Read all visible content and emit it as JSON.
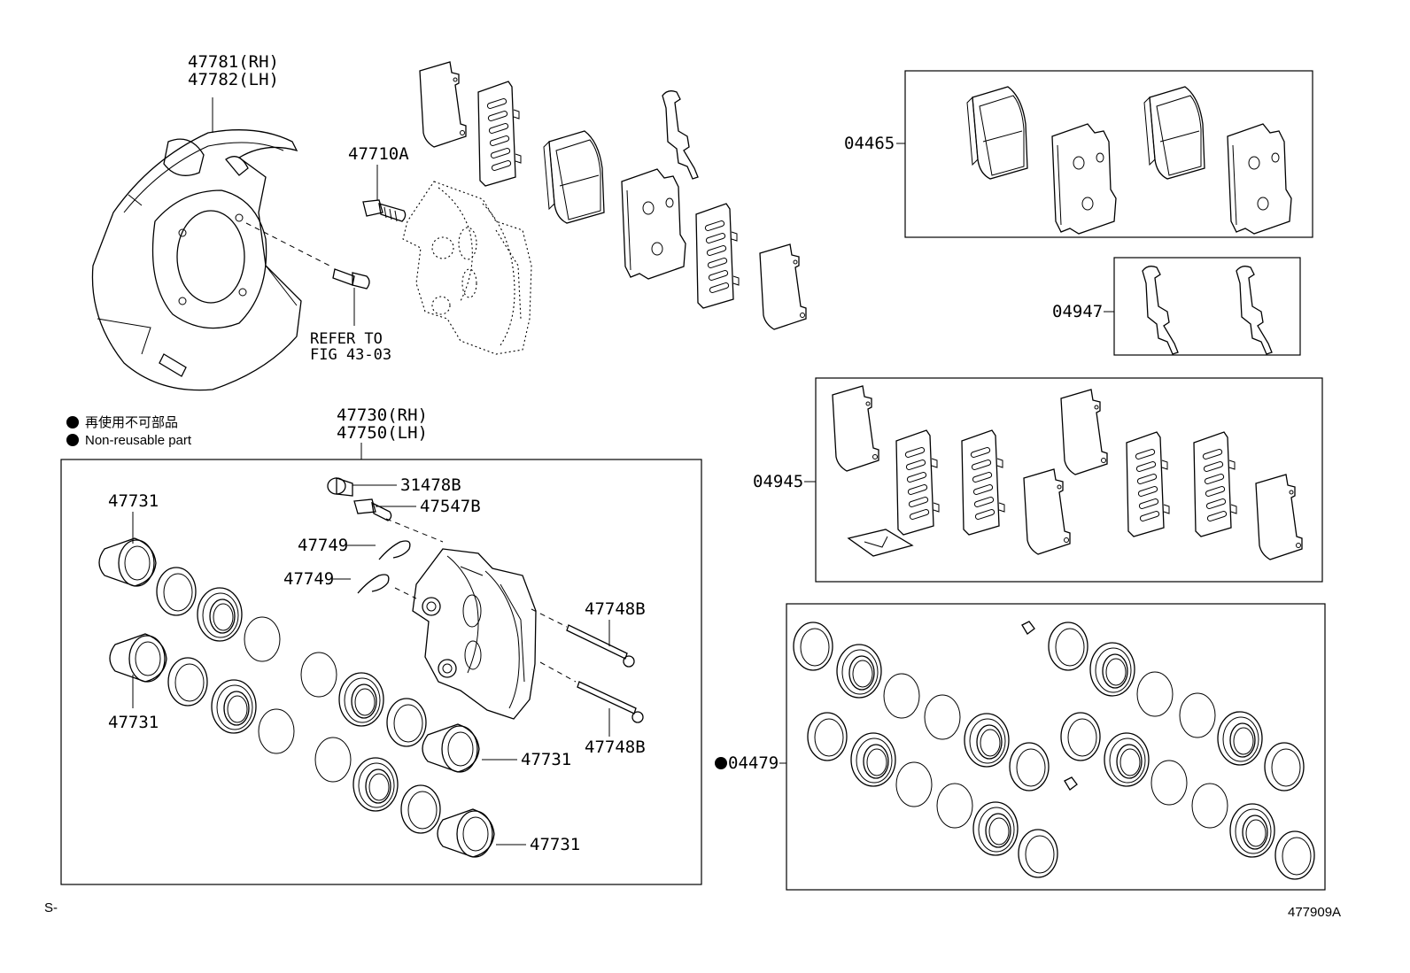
{
  "notes": {
    "non_reusable_jp": "再使用不可部品",
    "non_reusable_en": "Non-reusable part"
  },
  "labels": {
    "shield_rh": "47781(RH)",
    "shield_lh": "47782(LH)",
    "bolt": "47710A",
    "refer_1": "REFER TO",
    "refer_2": "FIG 43-03",
    "caliper_rh": "47730(RH)",
    "caliper_lh": "47750(LH)",
    "cap": "31478B",
    "bleeder": "47547B",
    "clip_a": "47749",
    "clip_b": "47749",
    "piston_1": "47731",
    "piston_2": "47731",
    "piston_3": "47731",
    "piston_4": "47731",
    "pin_1": "47748B",
    "pin_2": "47748B",
    "pad_kit": "04465",
    "spring_kit": "04947",
    "shim_kit": "04945",
    "seal_kit": "04479"
  },
  "footer": {
    "left": "S-",
    "right": "477909A"
  }
}
